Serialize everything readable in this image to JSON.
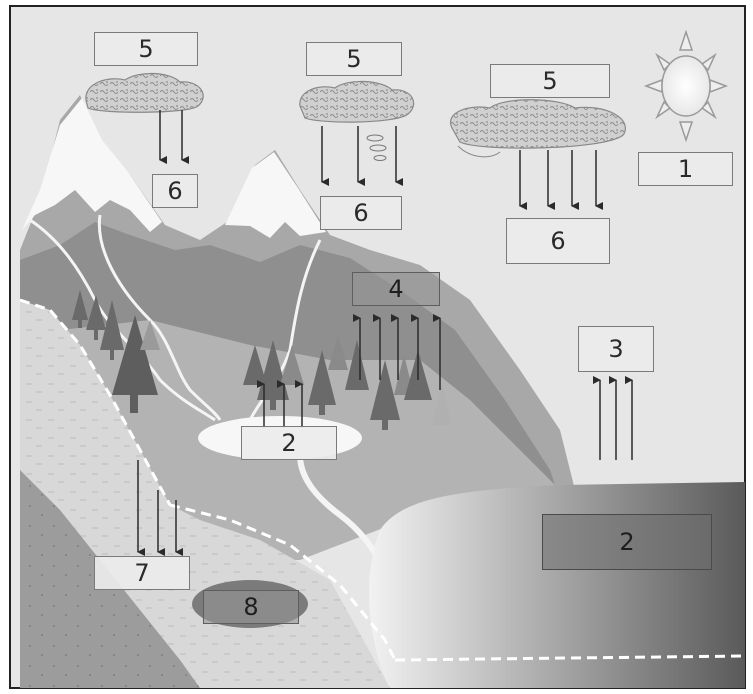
{
  "labels": {
    "sun": "1",
    "ocean": "2",
    "lake": "2",
    "evaporation": "3",
    "transpiration": "4",
    "cloud_left": "5",
    "cloud_middle": "5",
    "cloud_right": "5",
    "precip_left": "6",
    "precip_middle": "6",
    "precip_right": "6",
    "infiltration": "7",
    "groundwater": "8"
  },
  "colors": {
    "sky": "#e6e6e6",
    "mountain_dark": "#8c8c8c",
    "mountain_mid": "#a9a9a9",
    "mountain_light": "#c4c4c4",
    "snow": "#f7f7f7",
    "ocean": "#6e6e6e",
    "tree": "#6a6a6a",
    "river": "#f4f4f4"
  }
}
